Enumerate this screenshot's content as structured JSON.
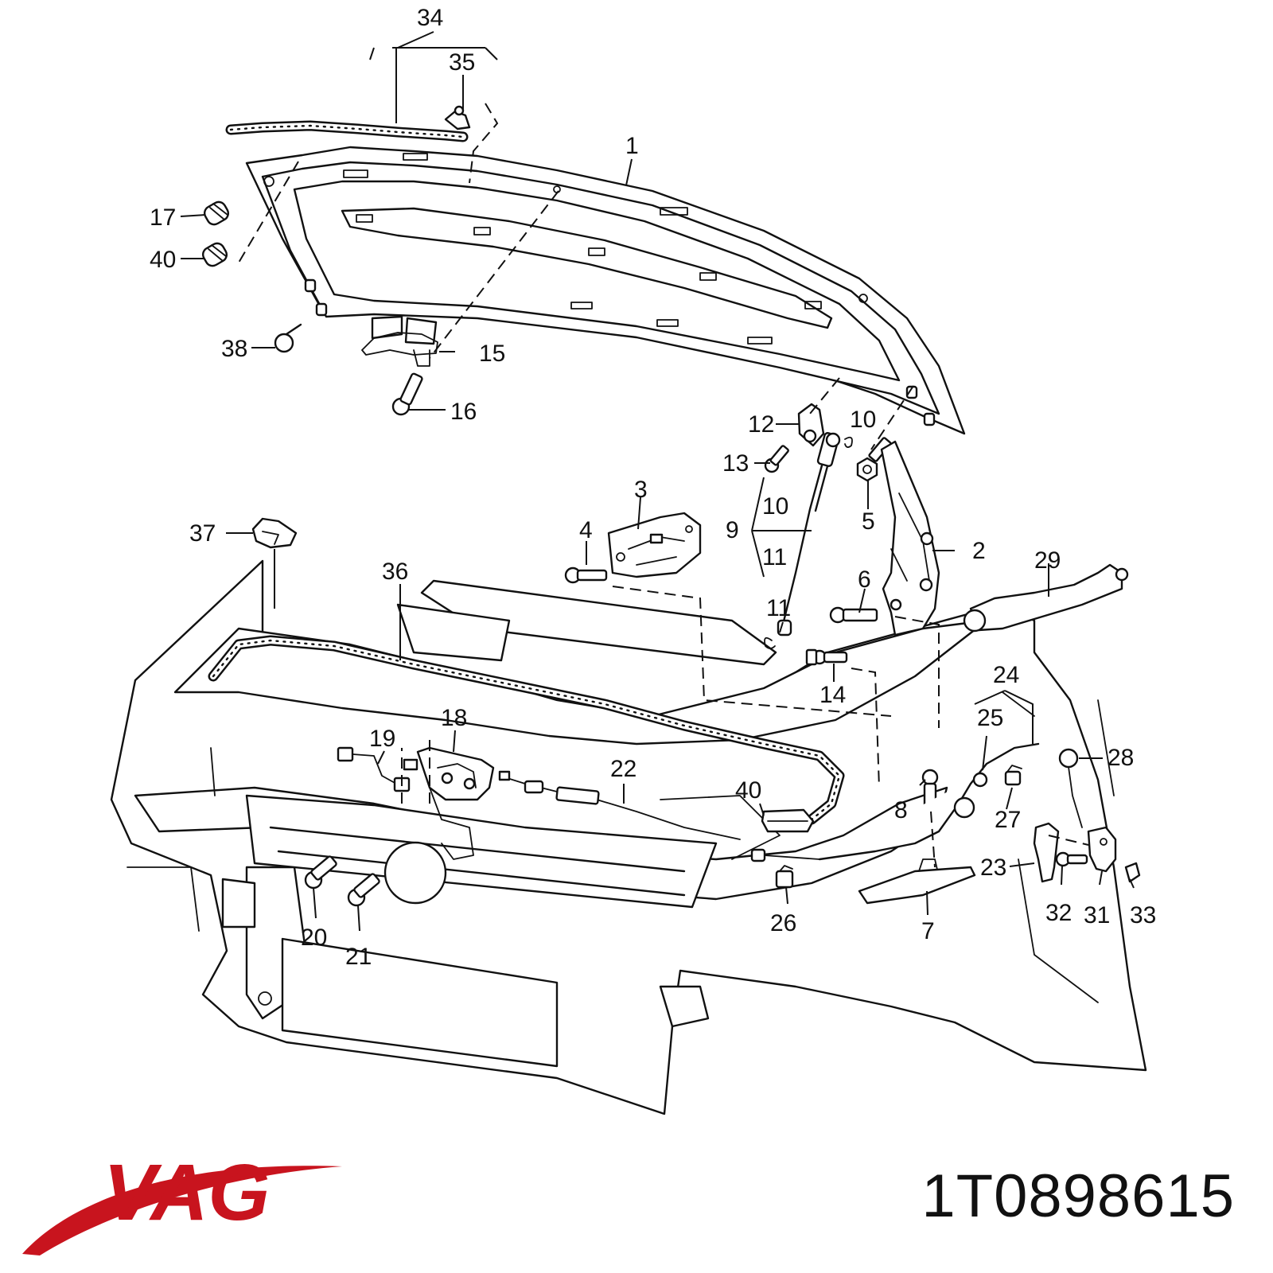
{
  "brand": {
    "logo_text": "VAG",
    "color": "#c8141e"
  },
  "part_number": "1T0898615",
  "callouts": [
    {
      "id": "c1",
      "text": "1"
    },
    {
      "id": "c2",
      "text": "2"
    },
    {
      "id": "c3",
      "text": "3"
    },
    {
      "id": "c4",
      "text": "4"
    },
    {
      "id": "c5",
      "text": "5"
    },
    {
      "id": "c6",
      "text": "6"
    },
    {
      "id": "c7",
      "text": "7"
    },
    {
      "id": "c8",
      "text": "8"
    },
    {
      "id": "c9",
      "text": "9"
    },
    {
      "id": "c10a",
      "text": "10"
    },
    {
      "id": "c10b",
      "text": "10"
    },
    {
      "id": "c11a",
      "text": "11"
    },
    {
      "id": "c11b",
      "text": "11"
    },
    {
      "id": "c12",
      "text": "12"
    },
    {
      "id": "c13",
      "text": "13"
    },
    {
      "id": "c14",
      "text": "14"
    },
    {
      "id": "c15",
      "text": "15"
    },
    {
      "id": "c16",
      "text": "16"
    },
    {
      "id": "c17",
      "text": "17"
    },
    {
      "id": "c18",
      "text": "18"
    },
    {
      "id": "c19",
      "text": "19"
    },
    {
      "id": "c20",
      "text": "20"
    },
    {
      "id": "c21",
      "text": "21"
    },
    {
      "id": "c22",
      "text": "22"
    },
    {
      "id": "c23",
      "text": "23"
    },
    {
      "id": "c24",
      "text": "24"
    },
    {
      "id": "c25",
      "text": "25"
    },
    {
      "id": "c26",
      "text": "26"
    },
    {
      "id": "c27",
      "text": "27"
    },
    {
      "id": "c28",
      "text": "28"
    },
    {
      "id": "c29",
      "text": "29"
    },
    {
      "id": "c31",
      "text": "31"
    },
    {
      "id": "c32",
      "text": "32"
    },
    {
      "id": "c33",
      "text": "33"
    },
    {
      "id": "c34",
      "text": "34"
    },
    {
      "id": "c35",
      "text": "35"
    },
    {
      "id": "c36",
      "text": "36"
    },
    {
      "id": "c37",
      "text": "37"
    },
    {
      "id": "c38",
      "text": "38"
    },
    {
      "id": "c40a",
      "text": "40"
    },
    {
      "id": "c40b",
      "text": "40"
    }
  ]
}
